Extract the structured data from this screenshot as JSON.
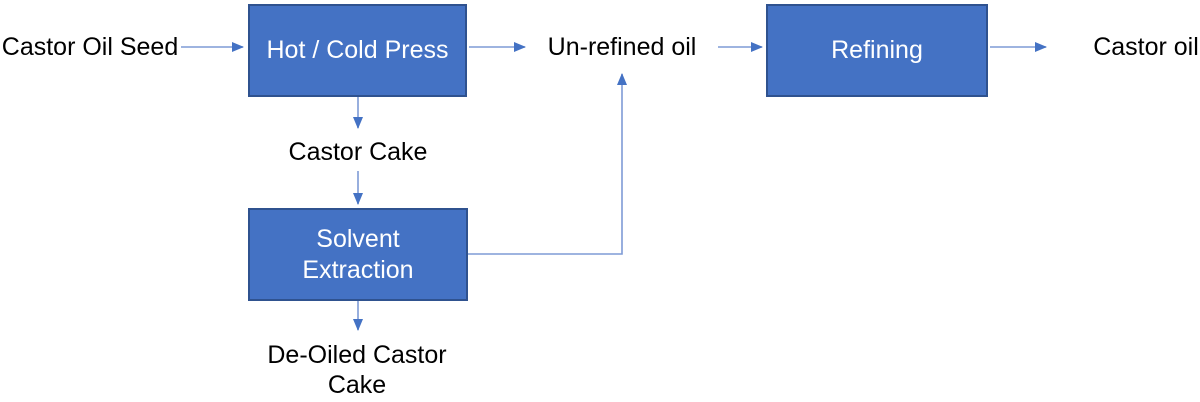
{
  "theme": {
    "background": "#ffffff",
    "box_fill": "#4472C4",
    "box_border": "#2F528F",
    "box_text": "#ffffff",
    "arrow_line": "#7F9BD6",
    "arrow_head": "#4472C4",
    "label_text": "#000000"
  },
  "nodes": {
    "castor_oil_seed": {
      "type": "label",
      "label": "Castor Oil Seed"
    },
    "hot_cold_press": {
      "type": "process",
      "label": "Hot / Cold Press"
    },
    "un_refined_oil": {
      "type": "label",
      "label": "Un-refined oil"
    },
    "refining": {
      "type": "process",
      "label": "Refining"
    },
    "castor_oil": {
      "type": "label",
      "label": "Castor oil"
    },
    "castor_cake": {
      "type": "label",
      "label": "Castor Cake"
    },
    "solvent_extraction": {
      "type": "process",
      "label": "Solvent Extraction"
    },
    "de_oiled_castor_cake": {
      "type": "label",
      "label": "De-Oiled Castor Cake"
    }
  },
  "edges": [
    {
      "from": "castor_oil_seed",
      "to": "hot_cold_press"
    },
    {
      "from": "hot_cold_press",
      "to": "un_refined_oil"
    },
    {
      "from": "un_refined_oil",
      "to": "refining"
    },
    {
      "from": "refining",
      "to": "castor_oil"
    },
    {
      "from": "hot_cold_press",
      "to": "castor_cake"
    },
    {
      "from": "castor_cake",
      "to": "solvent_extraction"
    },
    {
      "from": "solvent_extraction",
      "to": "un_refined_oil"
    },
    {
      "from": "solvent_extraction",
      "to": "de_oiled_castor_cake"
    }
  ]
}
